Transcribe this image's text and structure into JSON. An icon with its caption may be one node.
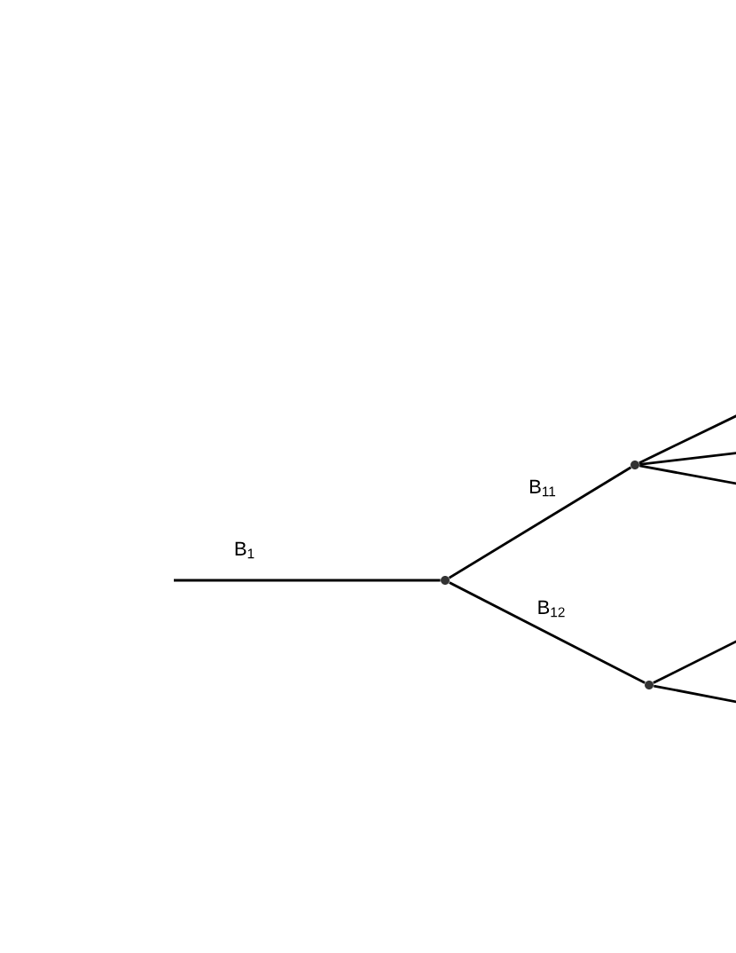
{
  "diagram": {
    "nodes": [
      {
        "text": [],
        "shape": "circle"
      },
      {
        "text": [],
        "shape": "circle"
      },
      {
        "text": [],
        "shape": "circle"
      }
    ],
    "edges": [
      {
        "from": null,
        "to": 0,
        "arrow": "none",
        "label": "B$_{1}$"
      },
      {
        "from": 0,
        "to": 1,
        "arrow": "none",
        "label": "B$_{11}$"
      },
      {
        "from": 0,
        "to": 2,
        "arrow": "none",
        "label": "B$_{12}$"
      },
      {
        "from": 1,
        "to": null,
        "arrow": "none"
      },
      {
        "from": 1,
        "to": null,
        "arrow": "none"
      },
      {
        "from": 1,
        "to": null,
        "arrow": "none"
      },
      {
        "from": 2,
        "to": null,
        "arrow": "none"
      },
      {
        "from": 2,
        "to": null,
        "arrow": "none"
      }
    ]
  }
}
